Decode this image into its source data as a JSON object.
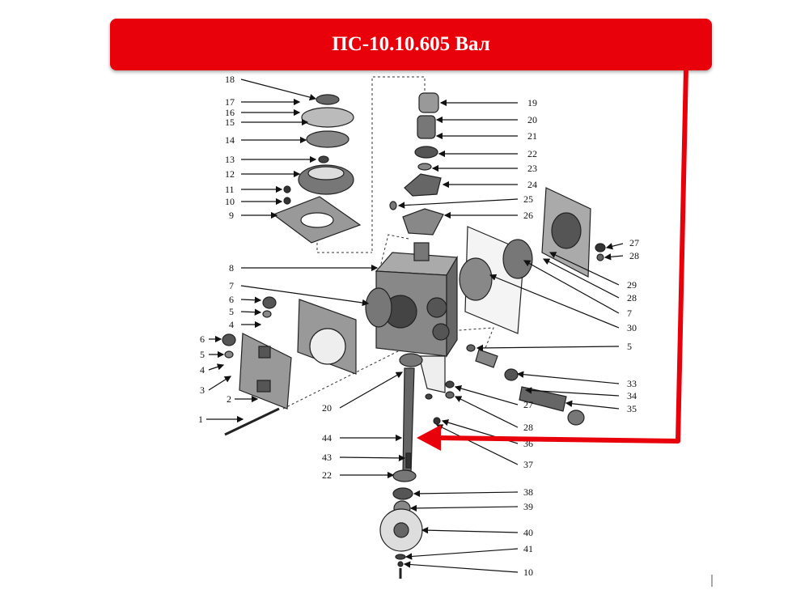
{
  "title": "ПС-10.10.605 Вал",
  "colors": {
    "banner": "#e8000a",
    "pointer": "#e8000a",
    "ink": "#1a1a1a"
  },
  "diagram": {
    "callouts_left": [
      "18",
      "17",
      "16",
      "15",
      "14",
      "13",
      "12",
      "11",
      "10",
      "9",
      "8",
      "7",
      "6",
      "5",
      "4",
      "6",
      "5",
      "4",
      "3",
      "2",
      "1",
      "20",
      "44",
      "43",
      "22"
    ],
    "callouts_right": [
      "19",
      "20",
      "21",
      "22",
      "23",
      "24",
      "25",
      "26",
      "27",
      "28",
      "29",
      "28",
      "7",
      "30",
      "5",
      "33",
      "34",
      "35",
      "27",
      "28",
      "36",
      "37",
      "38",
      "39",
      "40",
      "41",
      "10"
    ],
    "highlight_pointer": "shaft-44"
  }
}
